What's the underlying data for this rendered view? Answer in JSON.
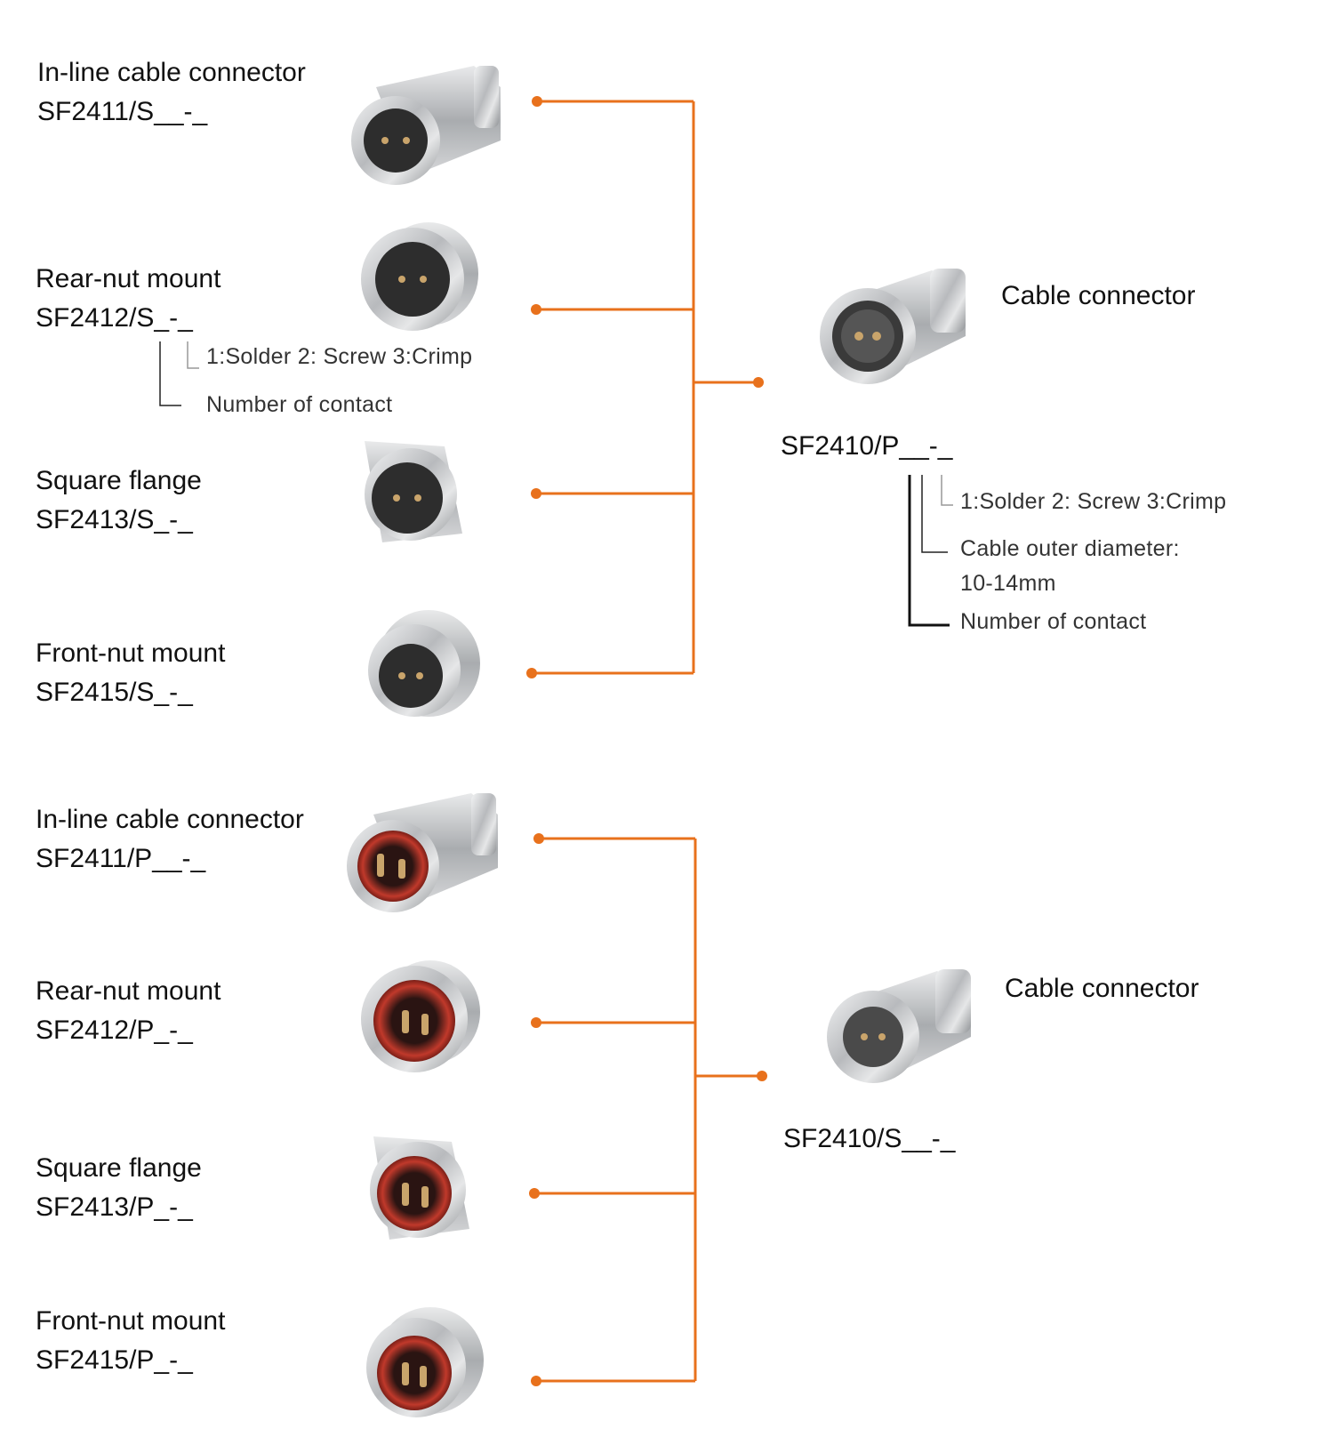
{
  "colors": {
    "accent": "#e8711c",
    "metal": "#c4c6c8",
    "socket_dark": "#2d2d2d",
    "pin_glow": "#b83226"
  },
  "top_group": {
    "items": [
      {
        "title": "In-line cable connector",
        "code": "SF2411/S__-_"
      },
      {
        "title": "Rear-nut mount",
        "code": "SF2412/S_-_"
      },
      {
        "title": "Square flange",
        "code": "SF2413/S_-_"
      },
      {
        "title": "Front-nut mount",
        "code": "SF2415/S_-_"
      }
    ],
    "code_notes": {
      "termination": "1:Solder 2: Screw 3:Crimp",
      "contacts": "Number of contact"
    },
    "mate": {
      "title": "Cable connector",
      "code": "SF2410/P__-_",
      "notes": {
        "termination": "1:Solder 2: Screw 3:Crimp",
        "diameter_line1": "Cable outer diameter:",
        "diameter_line2": "10-14mm",
        "contacts": "Number of contact"
      }
    }
  },
  "bottom_group": {
    "items": [
      {
        "title": "In-line cable connector",
        "code": "SF2411/P__-_"
      },
      {
        "title": "Rear-nut mount",
        "code": "SF2412/P_-_"
      },
      {
        "title": "Square flange",
        "code": "SF2413/P_-_"
      },
      {
        "title": "Front-nut mount",
        "code": "SF2415/P_-_"
      }
    ],
    "mate": {
      "title": "Cable connector",
      "code": "SF2410/S__-_"
    }
  }
}
